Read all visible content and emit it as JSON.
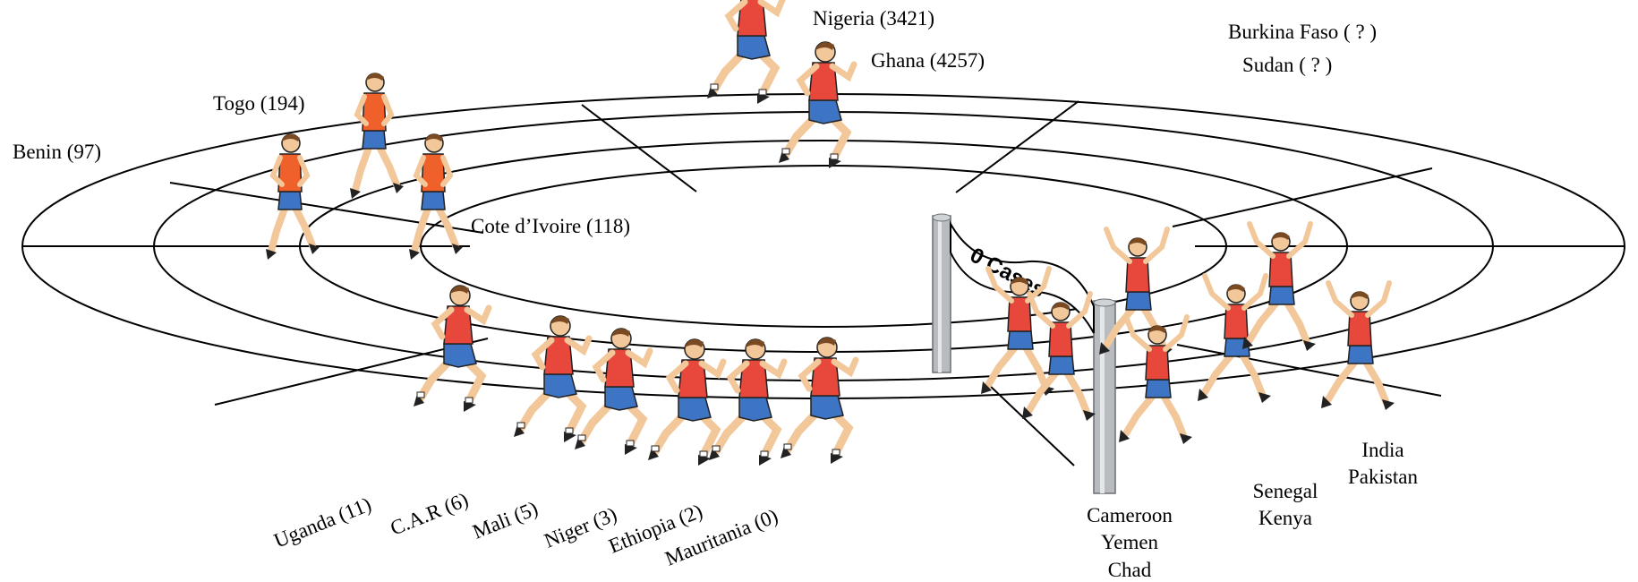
{
  "finish": {
    "banner_text": "0 Cases"
  },
  "labels": {
    "nigeria": "Nigeria (3421)",
    "ghana": "Ghana (4257)",
    "burkina": "Burkina Faso ( ? )",
    "sudan": "Sudan ( ? )",
    "togo": "Togo (194)",
    "benin": "Benin (97)",
    "cote": "Cote d’Ivoire (118)",
    "uganda": "Uganda (11)",
    "car": "C.A.R (6)",
    "mali": "Mali (5)",
    "niger": "Niger (3)",
    "ethiopia": "Ethiopia (2)",
    "mauritania": "Mauritania (0)",
    "cameroon": "Cameroon",
    "yemen": "Yemen",
    "chad": "Chad",
    "senegal": "Senegal",
    "kenya": "Kenya",
    "india": "India",
    "pakistan": "Pakistan"
  },
  "colors": {
    "shirt": "#e8483c",
    "shorts": "#3d74c4",
    "skin": "#f2c79a",
    "hair": "#7a4a22",
    "togo_shirt": "#f0602a",
    "pole": "#b8bcc0"
  },
  "icons": {
    "runner": "running-athlete-icon",
    "finisher": "arms-raised-runner-icon"
  }
}
